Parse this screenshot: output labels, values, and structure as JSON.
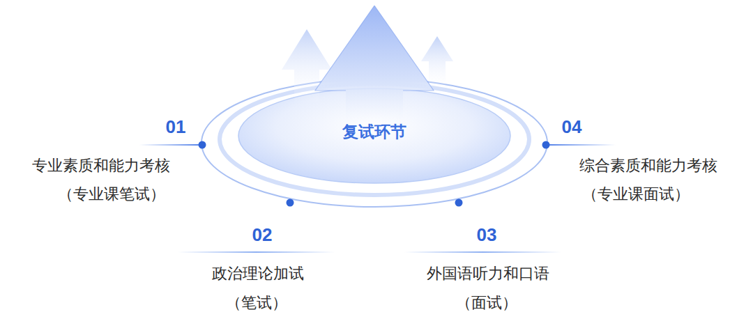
{
  "diagram": {
    "title": "复试环节",
    "labels": [
      "01",
      "专业素质和能力考核",
      "（专业课笔试）",
      "02",
      "政治理论加试",
      "（笔试）",
      "03",
      "外国语听力和口语",
      "（面试）",
      "04",
      "综合素质和能力考核",
      "（专业课面试）"
    ]
  }
}
